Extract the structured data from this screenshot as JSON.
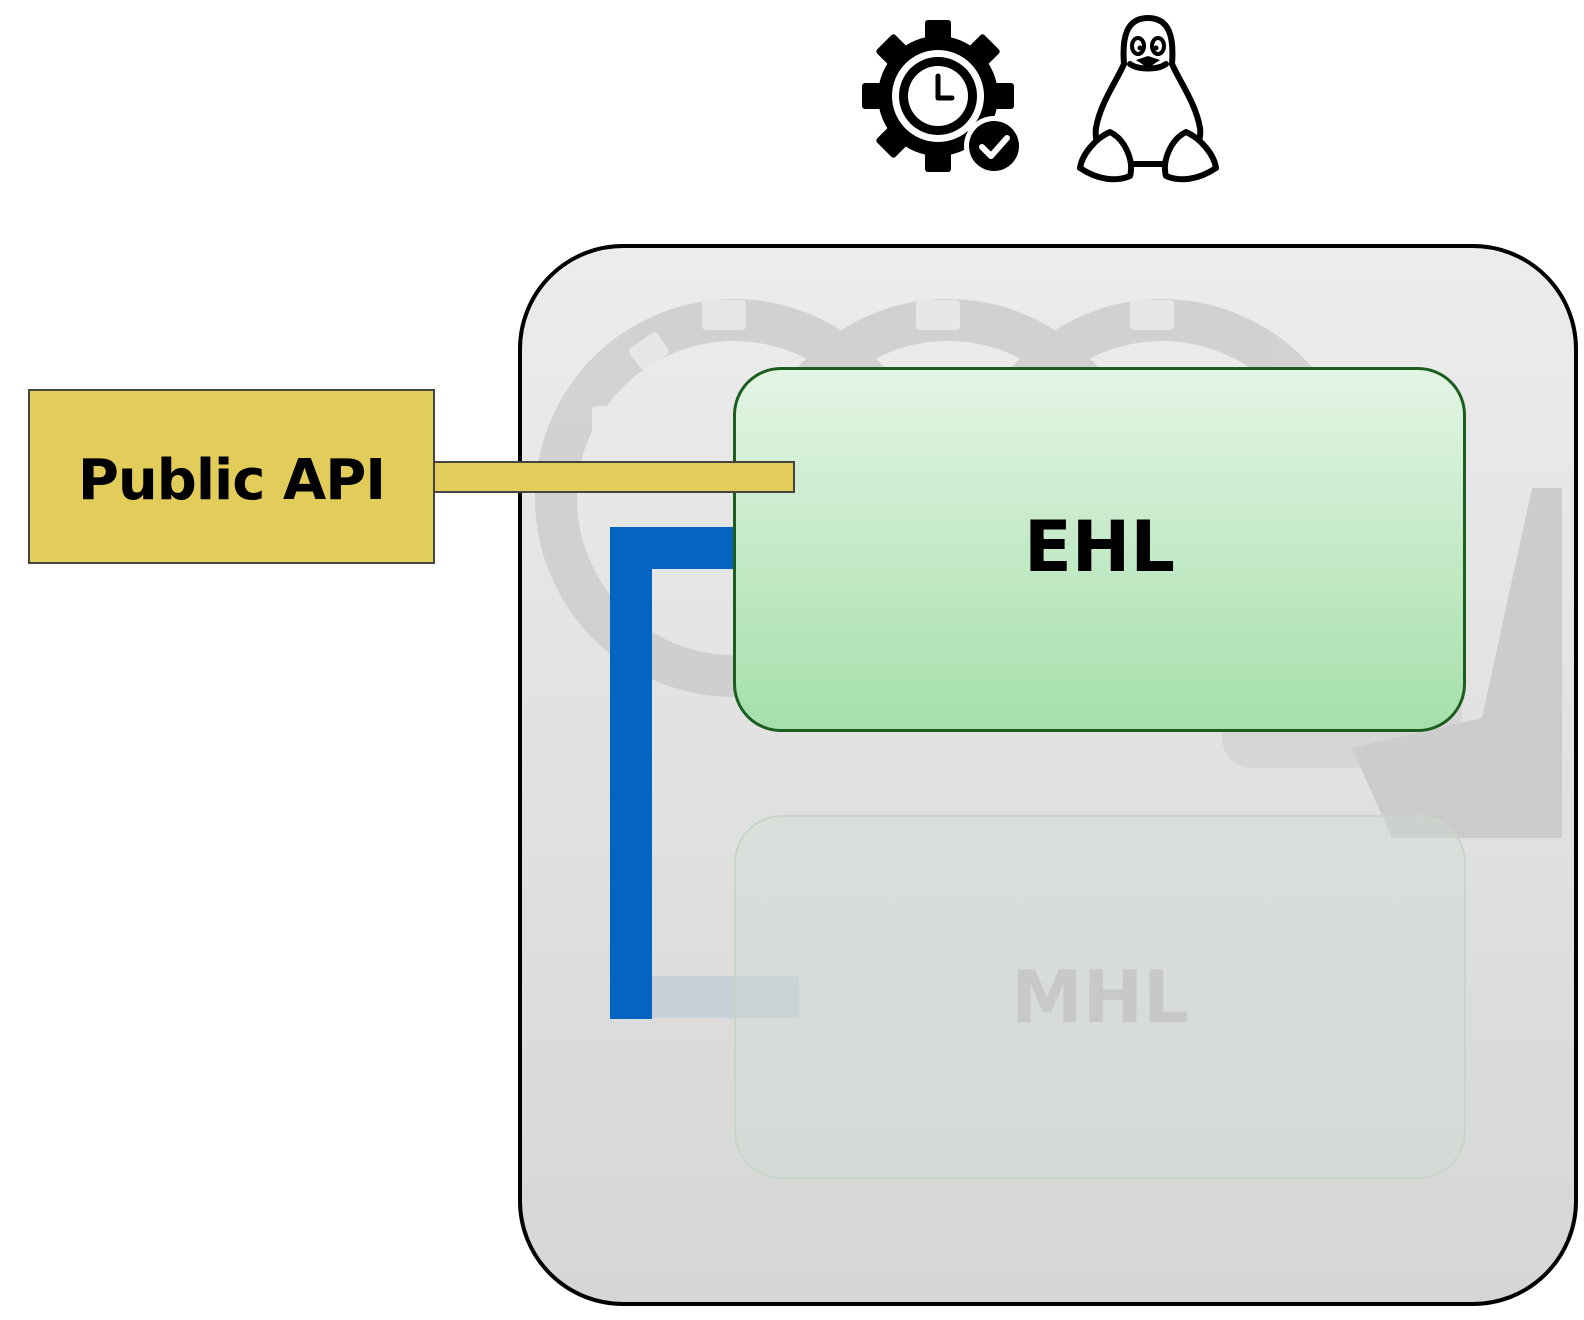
{
  "diagram": {
    "public_api_label": "Public API",
    "ehl_label": "EHL",
    "mhl_label": "MHL"
  },
  "icons": {
    "scheduler": "gear-clock-check-icon",
    "linux": "tux-penguin-icon"
  },
  "colors": {
    "public_api": "#e2cd5b",
    "ehl_top": "#e3f5e4",
    "ehl_bottom": "#a6dfab",
    "ehl_border": "#1b5e20",
    "connector_blue": "#0563c1",
    "container_bg": "#e4e4e4",
    "mhl_text": "#c6c9c6"
  }
}
